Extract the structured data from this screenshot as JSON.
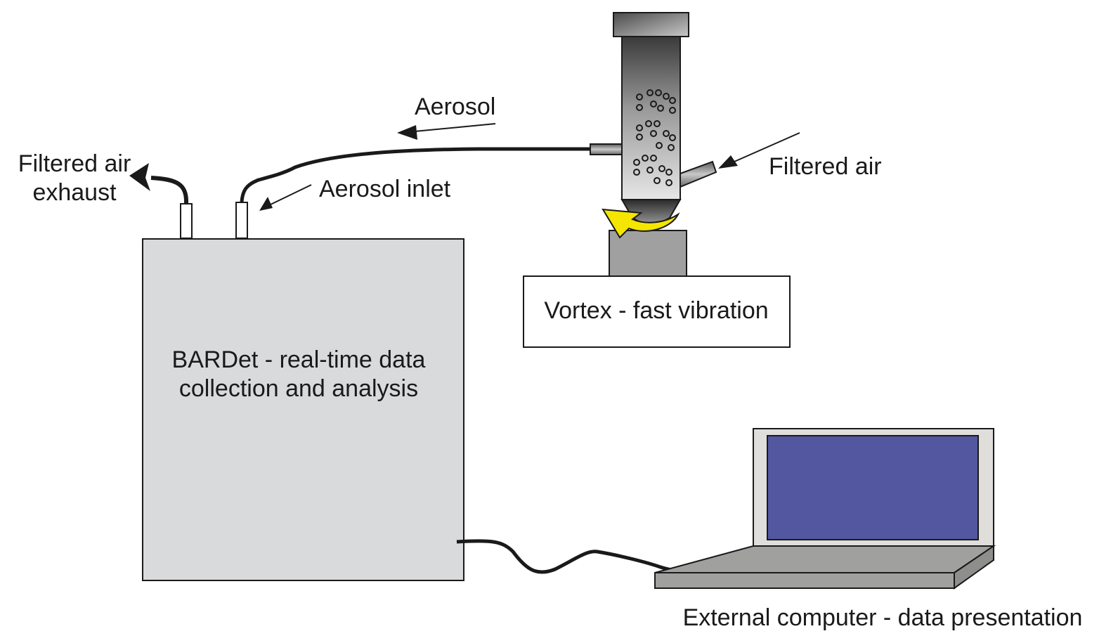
{
  "diagram": {
    "labels": {
      "filtered_air_exhaust_line1": "Filtered air",
      "filtered_air_exhaust_line2": "exhaust",
      "aerosol_inlet": "Aerosol inlet",
      "aerosol": "Aerosol",
      "filtered_air": "Filtered air",
      "vortex": "Vortex - fast vibration",
      "bardet_line1": "BARDet - real-time data",
      "bardet_line2": "collection and analysis",
      "external_computer": "External computer - data presentation"
    },
    "colors": {
      "bardet_box": "#d9dadb",
      "laptop_screen": "#5257a0",
      "laptop_bezel": "#e0deda",
      "laptop_base": "#a0a09f",
      "vortex_base": "#a0a0a0",
      "arrow_yellow": "#f5e600",
      "outline": "#1a1a1a"
    }
  }
}
